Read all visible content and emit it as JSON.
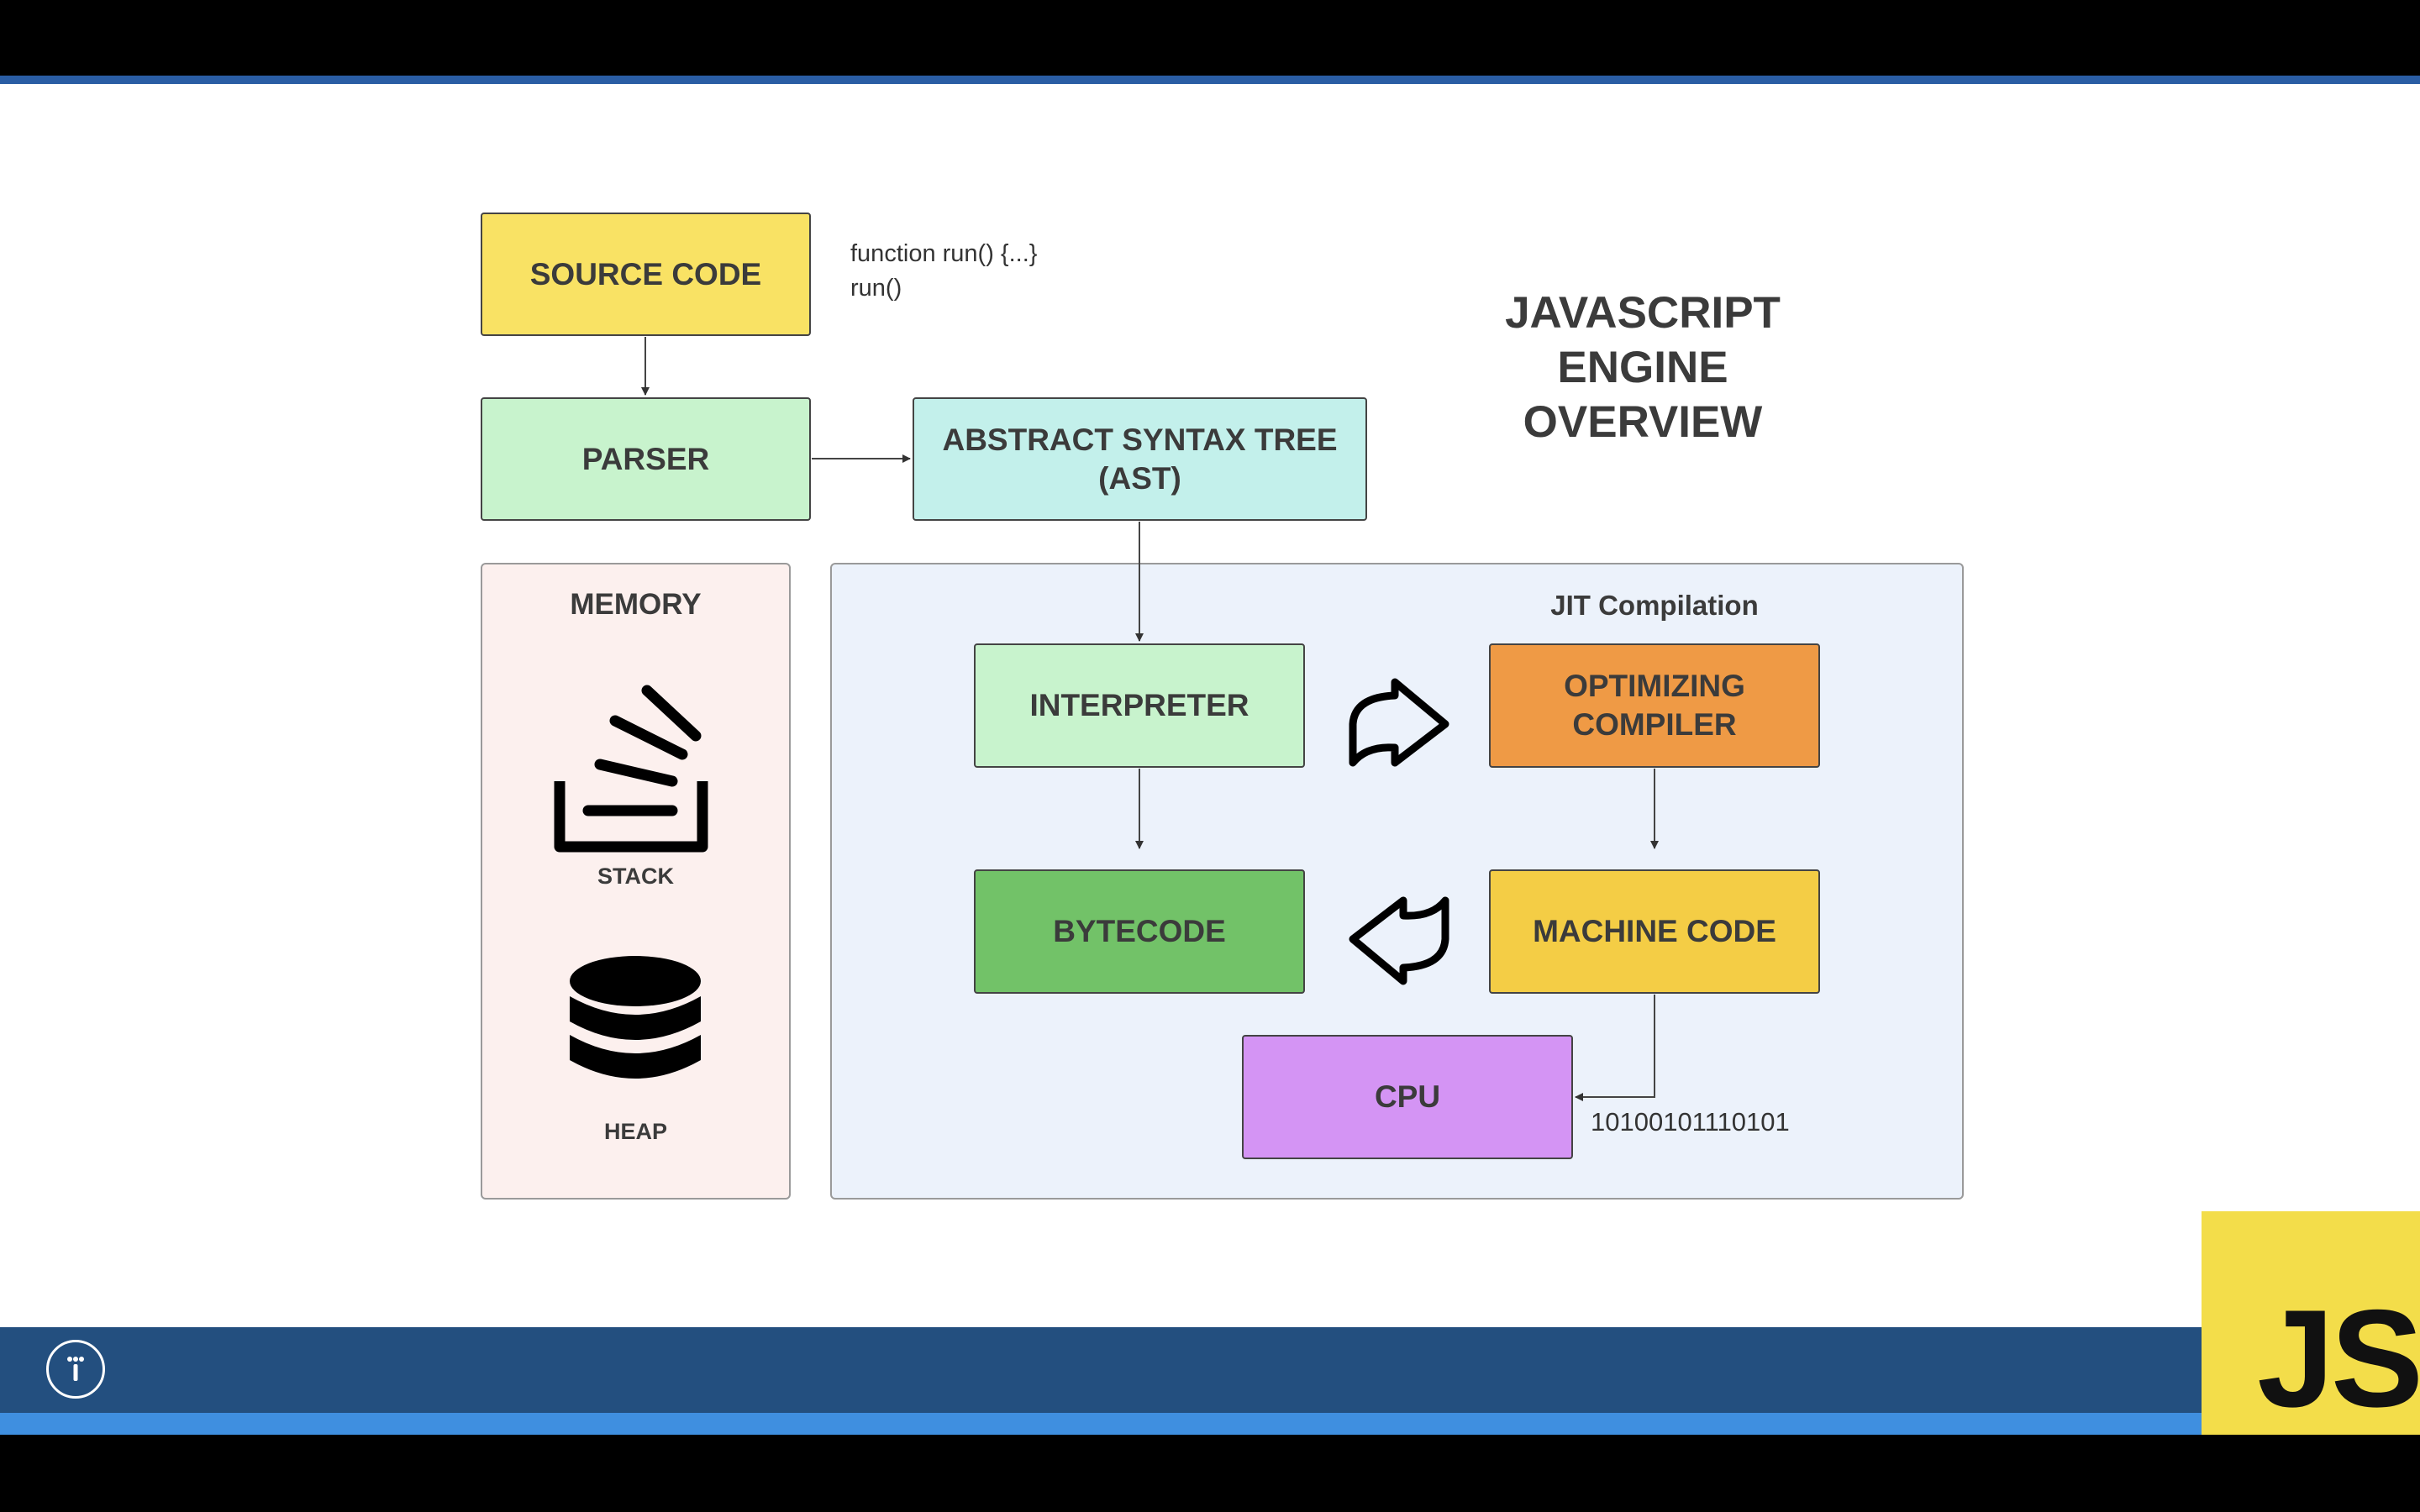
{
  "title_lines": [
    "JAVASCRIPT",
    "ENGINE",
    "OVERVIEW"
  ],
  "code_snippet": [
    "function run() {...}",
    "run()"
  ],
  "nodes": {
    "source_code": "SOURCE CODE",
    "parser": "PARSER",
    "ast_line1": "ABSTRACT SYNTAX TREE",
    "ast_line2": "(AST)",
    "interpreter": "INTERPRETER",
    "optimizing_line1": "OPTIMIZING",
    "optimizing_line2": "COMPILER",
    "bytecode": "BYTECODE",
    "machine_code": "MACHINE CODE",
    "cpu": "CPU"
  },
  "memory": {
    "heading": "MEMORY",
    "stack_label": "STACK",
    "heap_label": "HEAP"
  },
  "jit_heading": "JIT Compilation",
  "binary_label": "10100101110101",
  "logo_text": "JS",
  "colors": {
    "source_code": "#f9e264",
    "parser": "#c8f3cd",
    "ast": "#c3f0eb",
    "interpreter": "#c8f3cd",
    "optimizing_compiler": "#ef9a45",
    "bytecode": "#72c268",
    "machine_code": "#f4cd45",
    "cpu": "#d494f4",
    "memory_panel": "#fcf0ee",
    "jit_panel": "#ecf2fb",
    "js_logo": "#f3dd4a",
    "footer": "#234f7f"
  },
  "icons": [
    "stack-icon",
    "database-icon",
    "curved-arrow-right-icon",
    "curved-arrow-left-icon",
    "logo-icon"
  ]
}
